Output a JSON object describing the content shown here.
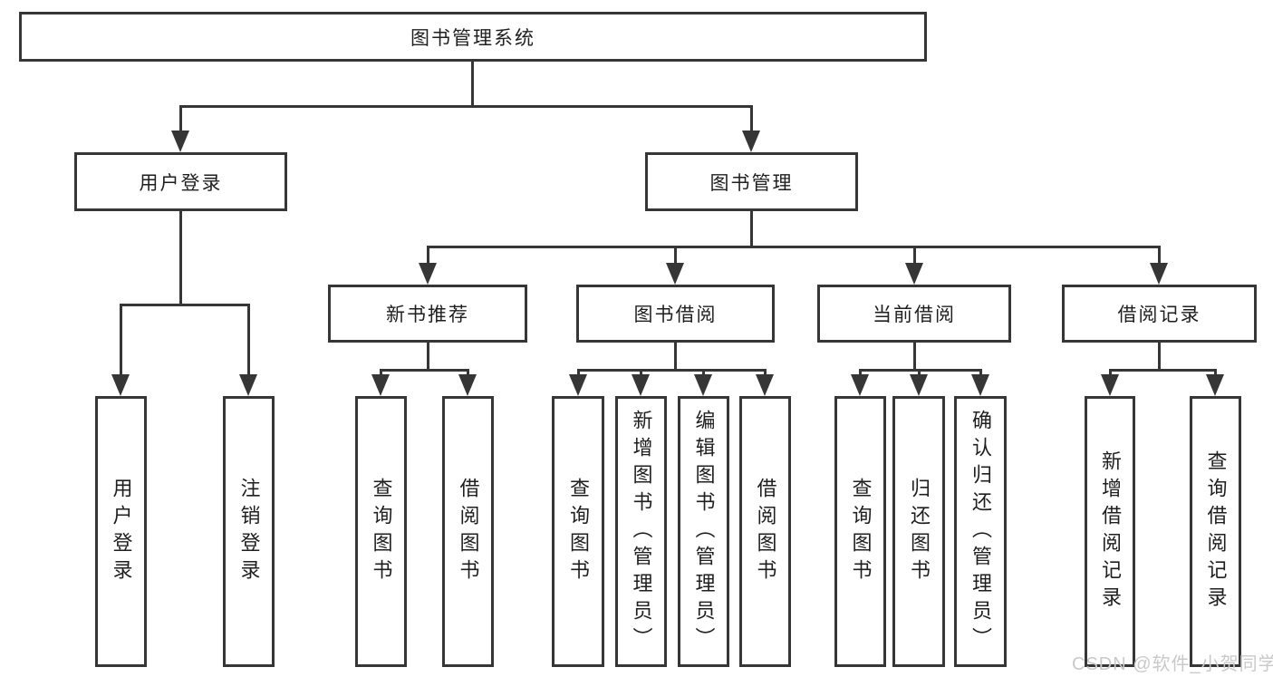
{
  "diagram": {
    "title": "图书管理系统",
    "colors": {
      "line": "#363636",
      "text": "#1f1f1f",
      "background": "#ffffff",
      "watermark": "#c9c9c9"
    },
    "nodes": {
      "root": {
        "label": "图书管理系统"
      },
      "user_login": {
        "label": "用户登录"
      },
      "book_management": {
        "label": "图书管理"
      },
      "new_book_recommend": {
        "label": "新书推荐"
      },
      "book_borrow": {
        "label": "图书借阅"
      },
      "current_borrow": {
        "label": "当前借阅"
      },
      "borrow_records": {
        "label": "借阅记录"
      },
      "leaves": {
        "login": "用户登录",
        "logout": "注销登录",
        "nb_query_books": "查询图书",
        "nb_borrow_books": "借阅图书",
        "bb_query_books": "查询图书",
        "bb_add_books": "新增图书（管理员）",
        "bb_edit_books": "编辑图书（管理员）",
        "bb_borrow_books": "借阅图书",
        "cb_query_books": "查询图书",
        "cb_return_books": "归还图书",
        "cb_confirm_return": "确认归还（管理员）",
        "br_add_record": "新增借阅记录",
        "br_query_record": "查询借阅记录"
      }
    },
    "watermark": "CSDN @软件_小贺同学"
  }
}
